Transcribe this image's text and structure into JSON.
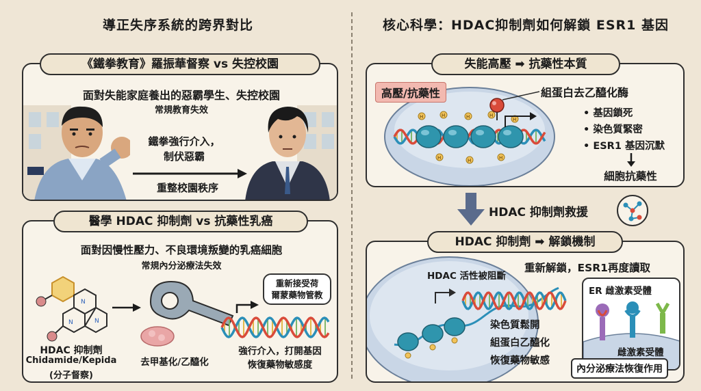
{
  "left": {
    "title": "導正失序系統的跨界對比",
    "panel1": {
      "header": "《鐵拳教育》羅振華督察 vs 失控校園",
      "line1": "面對失能家庭養出的惡霸學生、失控校園",
      "line2": "常規教育失效",
      "action1": "鐵拳強行介入，",
      "action2": "制伏惡霸",
      "result": "重整校園秩序"
    },
    "panel2": {
      "header": "醫學 HDAC 抑制劑 vs 抗藥性乳癌",
      "line1": "面對因慢性壓力、不良環境叛變的乳癌細胞",
      "line2": "常規內分泌療法失效",
      "drug_line1": "HDAC 抑制劑",
      "drug_line2": "Chidamide/Kepida",
      "drug_line3": "(分子督察)",
      "bubble_line1": "重新接受荷",
      "bubble_line2": "爾蒙藥物管教",
      "label_methyl": "去甲基化/乙醯化",
      "label_action1": "強行介入，打開基因",
      "label_action2": "恢復藥物敏感度"
    }
  },
  "right": {
    "title": "核心科學：HDAC抑制劑如何解鎖 ESR1 基因",
    "panel1": {
      "header": "失能高壓 ➡ 抗藥性本質",
      "badge": "高壓/抗藥性",
      "enzyme": "組蛋白去乙醯化酶",
      "bullets": [
        "基因鎖死",
        "染色質緊密",
        "ESR1 基因沉默"
      ],
      "outcome": "細胞抗藥性",
      "marker": "H"
    },
    "rescue": "HDAC 抑制劑救援",
    "panel2": {
      "header": "HDAC 抑制劑 ➡ 解鎖機制",
      "headline": "重新解鎖，ESR1再度讀取",
      "blocked": "HDAC 活性被阻斷",
      "effect1": "染色質鬆開",
      "effect2": "組蛋白乙醯化",
      "effect3": "恢復藥物敏感",
      "er_title": "ER 雌激素受體",
      "receptor": "雌激素受體",
      "footer": "內分泌療法恢復作用"
    }
  },
  "colors": {
    "background": "#efe6d6",
    "panel": "#f8f3e9",
    "dna_blue": "#2b8fb8",
    "dna_red": "#d94b3a",
    "nucleosome": "#2f95ad",
    "arrow": "#5a6b8c",
    "badge": "#f2b9b0"
  }
}
